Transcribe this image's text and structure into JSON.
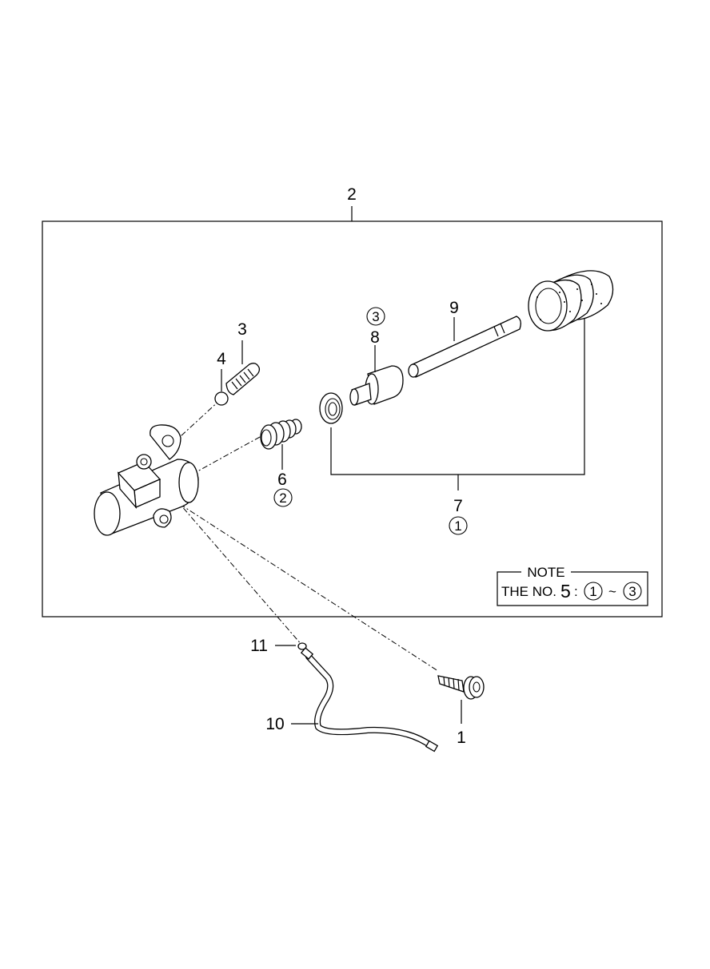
{
  "labels": {
    "l1": "1",
    "l2": "2",
    "l3": "3",
    "l4": "4",
    "l6": "6",
    "l7": "7",
    "l8": "8",
    "l9": "9",
    "l10": "10",
    "l11": "11"
  },
  "circled": {
    "c6": "2",
    "c7": "1",
    "c8": "3"
  },
  "note": {
    "title": "NOTE",
    "prefix": "THE NO.",
    "number": "5",
    "colon": ":",
    "from": "1",
    "tilde": "~",
    "to": "3"
  }
}
